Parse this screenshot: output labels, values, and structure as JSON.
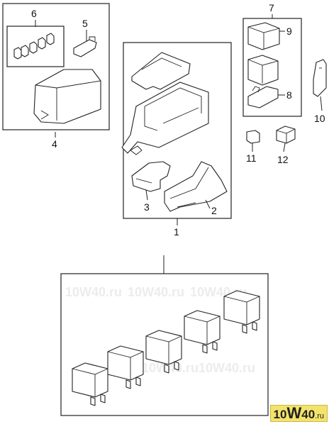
{
  "callouts": {
    "c1": "1",
    "c2": "2",
    "c3": "3",
    "c4": "4",
    "c5": "5",
    "c6": "6",
    "c7": "7",
    "c8": "8",
    "c9": "9",
    "c10": "10",
    "c11": "11",
    "c12": "12"
  },
  "watermark": {
    "text": "10W40.ru"
  },
  "logo": {
    "prefix": "10",
    "big": "W",
    "suffix": "40",
    "tld": ".ru"
  }
}
